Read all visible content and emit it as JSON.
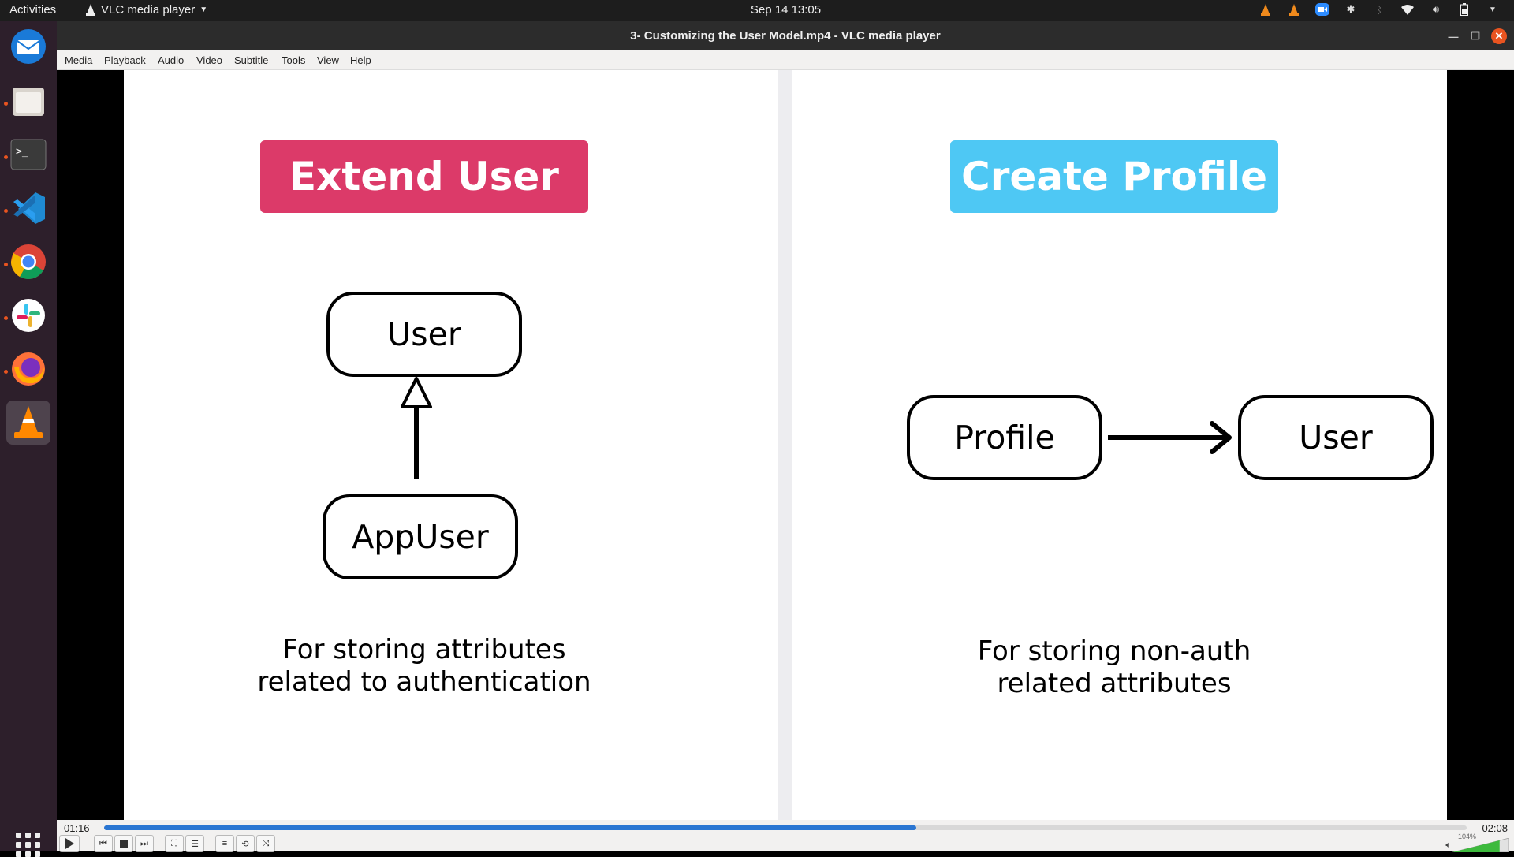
{
  "topbar": {
    "activities": "Activities",
    "app_name": "VLC media player",
    "clock": "Sep 14  13:05"
  },
  "dock": {
    "items": [
      "thunderbird",
      "files",
      "terminal",
      "vscode",
      "chrome",
      "slack",
      "firefox",
      "vlc"
    ]
  },
  "window": {
    "title": "3- Customizing the User Model.mp4 - VLC media player"
  },
  "menubar": {
    "items": [
      "Media",
      "Playback",
      "Audio",
      "Video",
      "Subtitle",
      "Tools",
      "View",
      "Help"
    ]
  },
  "slide": {
    "left": {
      "heading": "Extend User",
      "heading_color": "#dc3a69",
      "top_box": "User",
      "bottom_box": "AppUser",
      "caption_line1": "For storing attributes",
      "caption_line2": "related to authentication"
    },
    "right": {
      "heading": "Create Profile",
      "heading_color": "#4ec8f4",
      "left_box": "Profile",
      "right_box": "User",
      "caption_line1": "For storing non-auth",
      "caption_line2": "related attributes"
    }
  },
  "player": {
    "elapsed": "01:16",
    "total": "02:08",
    "progress_fraction": 0.596,
    "volume_label": "104%",
    "volume_fraction": 0.83
  }
}
